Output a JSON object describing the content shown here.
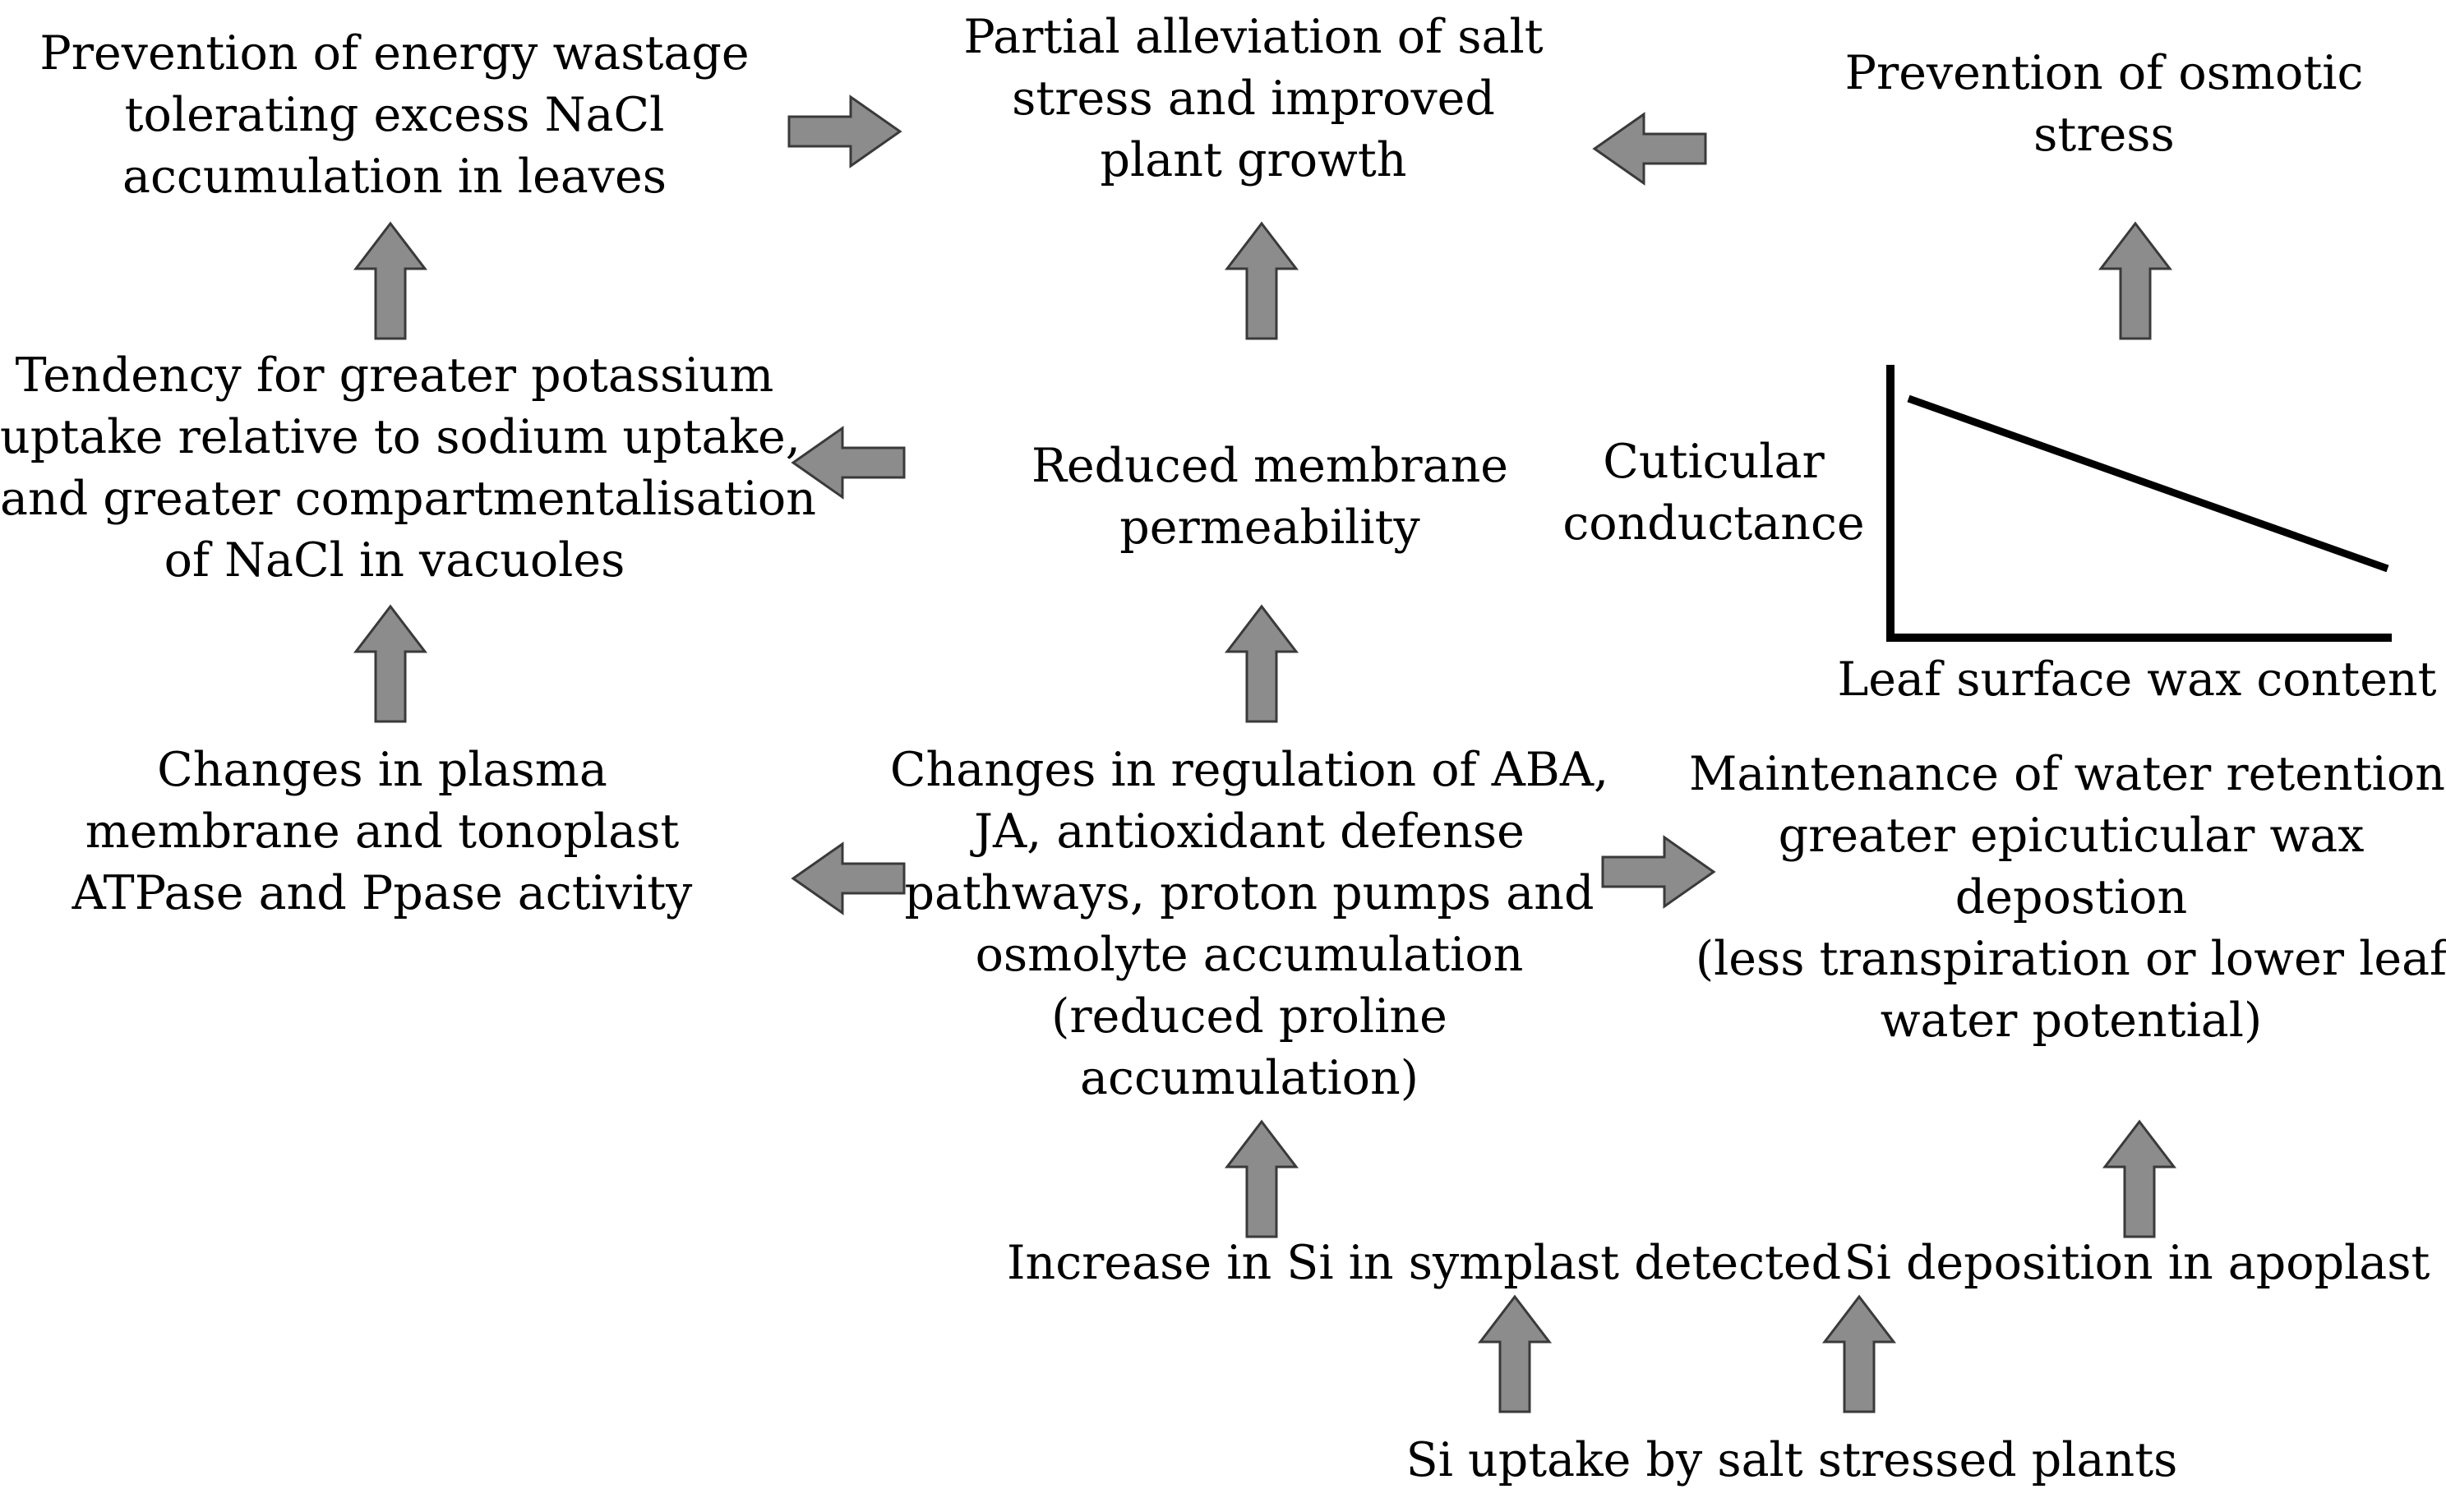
{
  "nodes": {
    "energy": [
      "Prevention of energy wastage",
      "tolerating excess NaCl",
      "accumulation in leaves"
    ],
    "alleviation": [
      "Partial alleviation of salt",
      "stress and improved",
      "plant growth"
    ],
    "osmotic": [
      "Prevention of osmotic",
      "stress"
    ],
    "potassium": [
      "Tendency for greater potassium",
      "uptake relative to sodium uptake,",
      "and greater compartmentalisation",
      "of NaCl in vacuoles"
    ],
    "membrane": [
      "Reduced membrane",
      "permeability"
    ],
    "plasma": [
      "Changes in plasma",
      "membrane and tonoplast",
      "ATPase and Ppase activity"
    ],
    "regulation": [
      "Changes in regulation of ABA,",
      "JA, antioxidant defense",
      "pathways, proton pumps and",
      "osmolyte accumulation",
      "(reduced proline",
      "accumulation)"
    ],
    "water": [
      "Maintenance of water retention,",
      "greater epicuticular wax",
      "depostion",
      "(less transpiration or lower leaf",
      "water potential)"
    ],
    "symplast": [
      "Increase in Si in symplast detected"
    ],
    "apoplast": [
      "Si deposition in apoplast"
    ],
    "uptake": [
      "Si uptake by salt stressed plants"
    ]
  },
  "inset_graph": {
    "ylabel": [
      "Cuticular",
      "conductance"
    ],
    "xlabel": "Leaf surface wax content",
    "trend": "decreasing"
  },
  "colors": {
    "arrow_fill": "#8c8c8c",
    "arrow_stroke": "#3a3a3a",
    "text": "#000000"
  }
}
